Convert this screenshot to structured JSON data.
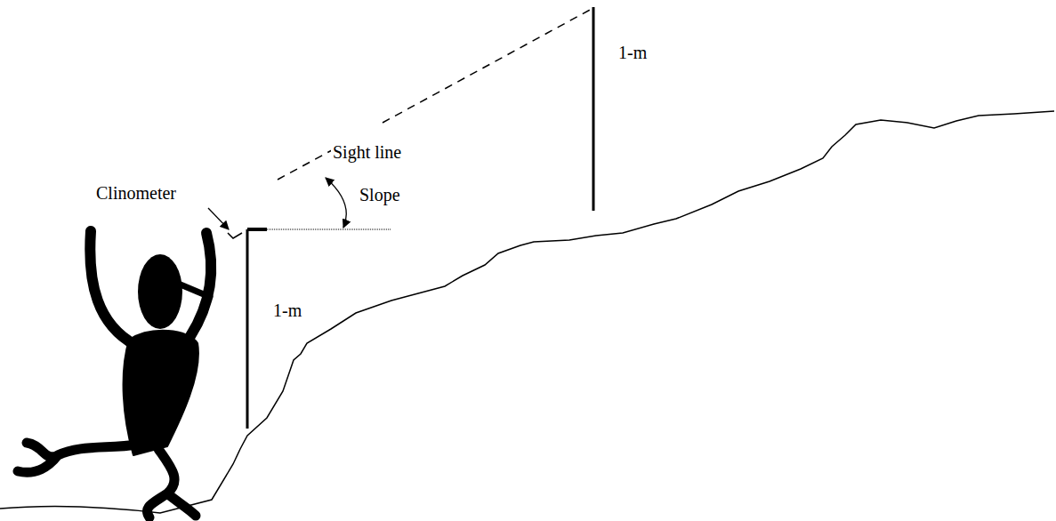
{
  "diagram": {
    "labels": [
      "Clinometer",
      "Sight line",
      "Slope",
      "1-m",
      "1-m"
    ]
  }
}
